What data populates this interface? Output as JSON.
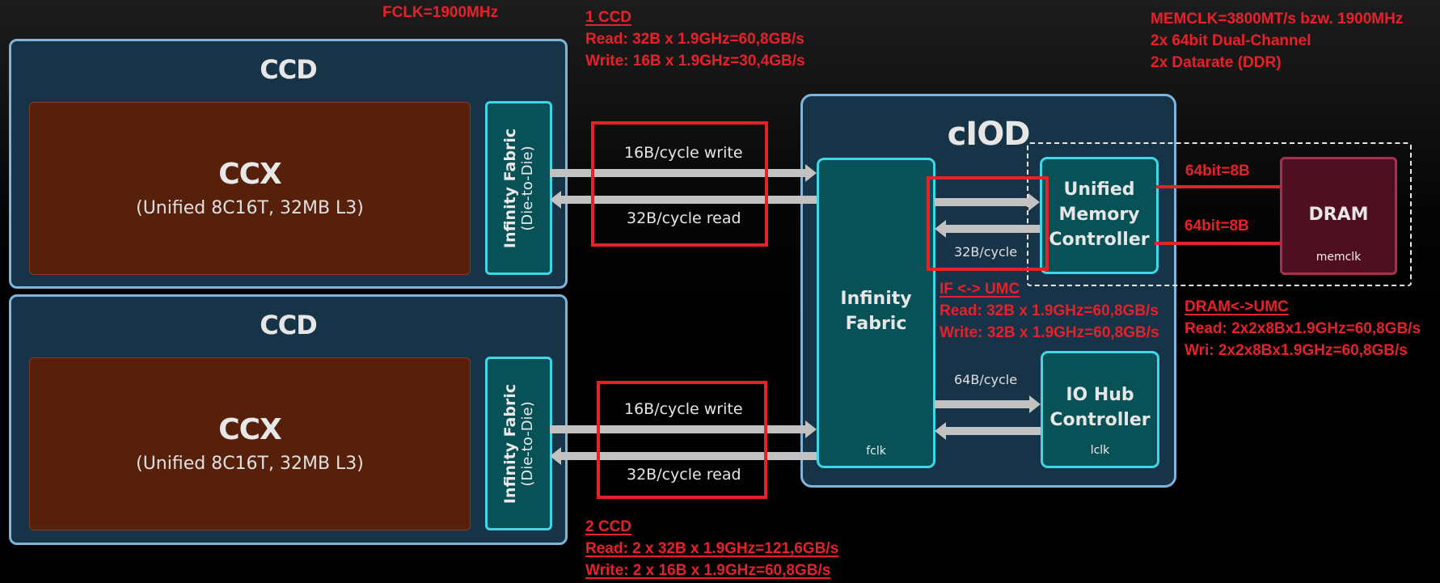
{
  "annotations": {
    "fclk": "FCLK=1900MHz",
    "one_ccd": {
      "title": "1 CCD",
      "read": "Read: 32B x 1.9GHz=60,8GB/s",
      "write": "Write: 16B x 1.9GHz=30,4GB/s"
    },
    "memclk": {
      "line1": "MEMCLK=3800MT/s bzw. 1900MHz",
      "line2": "2x 64bit Dual-Channel",
      "line3": "2x Datarate (DDR)"
    },
    "if_umc": {
      "title": "IF <-> UMC",
      "read": "Read: 32B x 1.9GHz=60,8GB/s",
      "write": "Write: 32B x 1.9GHz=60,8GB/s"
    },
    "dram_umc": {
      "title": "DRAM<->UMC",
      "read": "Read: 2x2x8Bx1.9GHz=60,8GB/s",
      "write": "Wri: 2x2x8Bx1.9GHz=60,8GB/s"
    },
    "two_ccd": {
      "title": "2 CCD",
      "read": "Read: 2 x 32B x 1.9GHz=121,6GB/s",
      "write": "Write: 2 x 16B x 1.9GHz=60,8GB/s"
    },
    "bus_width_1": "64bit=8B",
    "bus_width_2": "64bit=8B"
  },
  "ccds": [
    {
      "title": "CCD",
      "ccx_title": "CCX",
      "ccx_sub": "(Unified 8C16T, 32MB L3)",
      "if_line1": "Infinity Fabric",
      "if_line2": "(Die-to-Die)",
      "write_label": "16B/cycle write",
      "read_label": "32B/cycle read"
    },
    {
      "title": "CCD",
      "ccx_title": "CCX",
      "ccx_sub": "(Unified 8C16T, 32MB L3)",
      "if_line1": "Infinity Fabric",
      "if_line2": "(Die-to-Die)",
      "write_label": "16B/cycle write",
      "read_label": "32B/cycle read"
    }
  ],
  "ciod": {
    "title": "cIOD",
    "if_line1": "Infinity",
    "if_line2": "Fabric",
    "if_clock": "fclk",
    "umc_line1": "Unified",
    "umc_line2": "Memory",
    "umc_line3": "Controller",
    "umc_bw": "32B/cycle",
    "iohub_line1": "IO Hub",
    "iohub_line2": "Controller",
    "iohub_clock": "lclk",
    "iohub_bw": "64B/cycle"
  },
  "dram": {
    "title": "DRAM",
    "clock": "memclk"
  },
  "colors": {
    "annotation_red": "#e8202a",
    "ccd_bg": "#163347",
    "ccx_bg": "#56200b",
    "fabric_bg": "#075157",
    "fabric_border": "#3fd6e6",
    "dram_bg": "#4e0f20"
  }
}
